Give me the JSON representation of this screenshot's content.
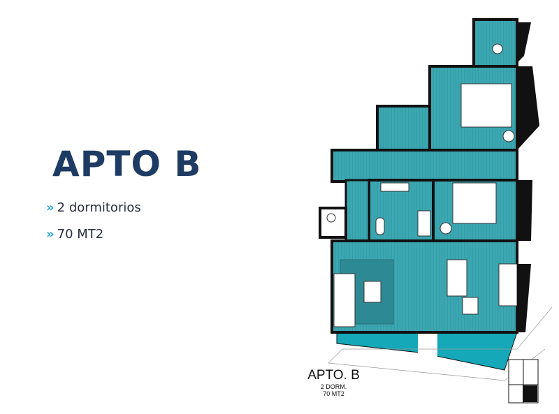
{
  "heading": "APTO B",
  "features": [
    {
      "bullet": "»",
      "text": "2 dormitorios"
    },
    {
      "bullet": "»",
      "text": "70 MT2"
    }
  ],
  "plan_label": {
    "name": "APTO. B",
    "bedrooms": "2 DORM.",
    "area": "70 MT2"
  },
  "colors": {
    "heading": "#1d3b63",
    "bullet": "#2aa3d6",
    "floor": "#3ba7b1",
    "terrace": "#14a8b8",
    "wall": "#111111"
  }
}
